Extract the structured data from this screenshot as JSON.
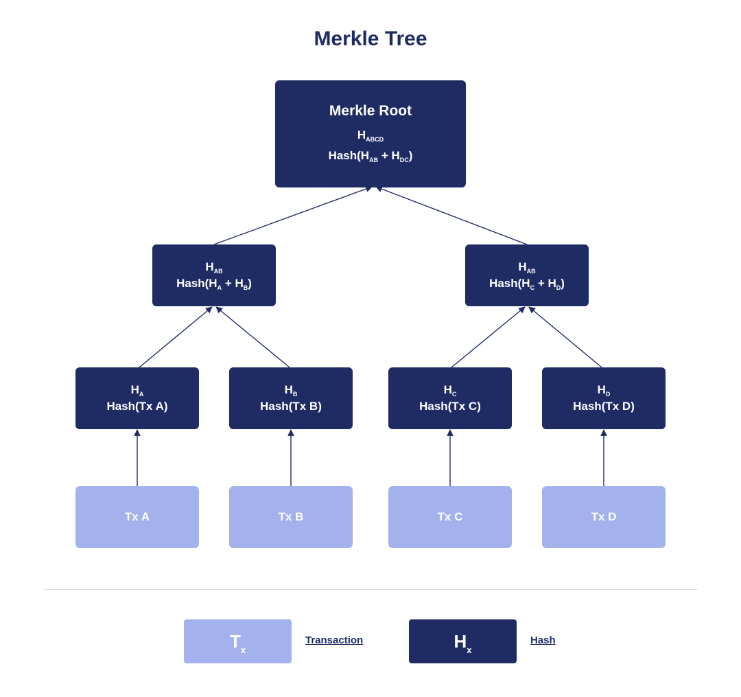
{
  "title": "Merkle Tree",
  "colors": {
    "hash": "#1f2c64",
    "transaction": "#a3b2ec",
    "title": "#1e2b63"
  },
  "root": {
    "heading": "Merkle Root",
    "symbol": "H",
    "symbol_sub": "ABCD",
    "formula": {
      "pre": "Hash(H",
      "sub1": "AB",
      "mid": " + H",
      "sub2": "DC",
      "post": ")"
    }
  },
  "mid_left": {
    "symbol": "H",
    "symbol_sub": "AB",
    "formula": {
      "pre": "Hash(H",
      "sub1": "A",
      "mid": " + H",
      "sub2": "B",
      "post": ")"
    }
  },
  "mid_right": {
    "symbol": "H",
    "symbol_sub": "AB",
    "formula": {
      "pre": "Hash(H",
      "sub1": "C",
      "mid": " + H",
      "sub2": "D",
      "post": ")"
    }
  },
  "leaves": [
    {
      "symbol": "H",
      "symbol_sub": "A",
      "formula": "Hash(Tx A)",
      "tx": "Tx A"
    },
    {
      "symbol": "H",
      "symbol_sub": "B",
      "formula": "Hash(Tx B)",
      "tx": "Tx B"
    },
    {
      "symbol": "H",
      "symbol_sub": "C",
      "formula": "Hash(Tx C)",
      "tx": "Tx C"
    },
    {
      "symbol": "H",
      "symbol_sub": "D",
      "formula": "Hash(Tx D)",
      "tx": "Tx D"
    }
  ],
  "legend": {
    "transaction": {
      "symbol": "T",
      "symbol_sub": "x",
      "label": "Transaction"
    },
    "hash": {
      "symbol": "H",
      "symbol_sub": "x",
      "label": "Hash"
    }
  }
}
